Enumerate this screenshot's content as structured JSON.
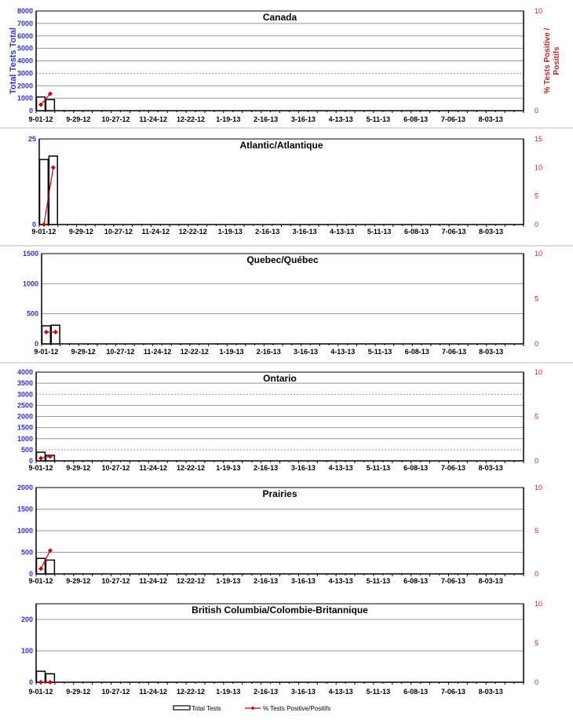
{
  "chart_data": [
    {
      "type": "bar+line",
      "title": "Canada",
      "ylabel": "Total Tests Total",
      "y2label": [
        "% Tests Positive /",
        "Positifs"
      ],
      "ylim": [
        0,
        8000
      ],
      "yticks": [
        0,
        1000,
        2000,
        3000,
        4000,
        5000,
        6000,
        7000,
        8000
      ],
      "y2lim": [
        0,
        10
      ],
      "y2ticks": [
        0,
        10
      ],
      "total_tests": [
        1100,
        900
      ],
      "pct_positive": [
        0.6,
        1.7
      ]
    },
    {
      "type": "bar+line",
      "title": "Atlantic/Atlantique",
      "ylim": [
        0,
        25
      ],
      "yticks": [
        0,
        25
      ],
      "y2lim": [
        0,
        15
      ],
      "y2ticks": [
        0,
        5,
        10,
        15
      ],
      "total_tests": [
        19,
        20
      ],
      "pct_positive": [
        0,
        10
      ]
    },
    {
      "type": "bar+line",
      "title": "Quebec/Québec",
      "ylim": [
        0,
        1500
      ],
      "yticks": [
        0,
        500,
        1000,
        1500
      ],
      "y2lim": [
        0,
        10
      ],
      "y2ticks": [
        0,
        5,
        10
      ],
      "total_tests": [
        300,
        310
      ],
      "pct_positive": [
        1.3,
        1.3
      ]
    },
    {
      "type": "bar+line",
      "title": "Ontario",
      "ylim": [
        0,
        4000
      ],
      "yticks": [
        0,
        500,
        1000,
        1500,
        2000,
        2500,
        3000,
        3500,
        4000
      ],
      "y2lim": [
        0,
        10
      ],
      "y2ticks": [
        0,
        5,
        10
      ],
      "total_tests": [
        390,
        250
      ],
      "pct_positive": [
        0.3,
        0.5
      ]
    },
    {
      "type": "bar+line",
      "title": "Prairies",
      "ylim": [
        0,
        2000
      ],
      "yticks": [
        0,
        500,
        1000,
        1500,
        2000
      ],
      "y2lim": [
        0,
        10
      ],
      "y2ticks": [
        0,
        5,
        10
      ],
      "total_tests": [
        360,
        320
      ],
      "pct_positive": [
        0.6,
        2.7
      ]
    },
    {
      "type": "bar+line",
      "title": "British Columbia/Colombie-Britannique",
      "ylim": [
        0,
        250
      ],
      "yticks": [
        0,
        100,
        200
      ],
      "y2lim": [
        0,
        10
      ],
      "y2ticks": [
        0,
        5,
        10
      ],
      "total_tests": [
        35,
        27
      ],
      "pct_positive": [
        0,
        0
      ]
    }
  ],
  "x_tick_labels": [
    "9-01-12",
    "9-29-12",
    "10-27-12",
    "11-24-12",
    "12-22-12",
    "1-19-13",
    "2-16-13",
    "3-16-13",
    "4-13-13",
    "5-11-13",
    "6-08-13",
    "7-06-13",
    "8-03-13"
  ],
  "weeks": 52,
  "legend": {
    "bars": "Total Tests",
    "line": "% Tests Positive/Positifs"
  },
  "colors": {
    "axis_left": "#3333cc",
    "axis_right": "#cc2222",
    "line": "#cc0000",
    "bar_fill": "#ffffff"
  }
}
